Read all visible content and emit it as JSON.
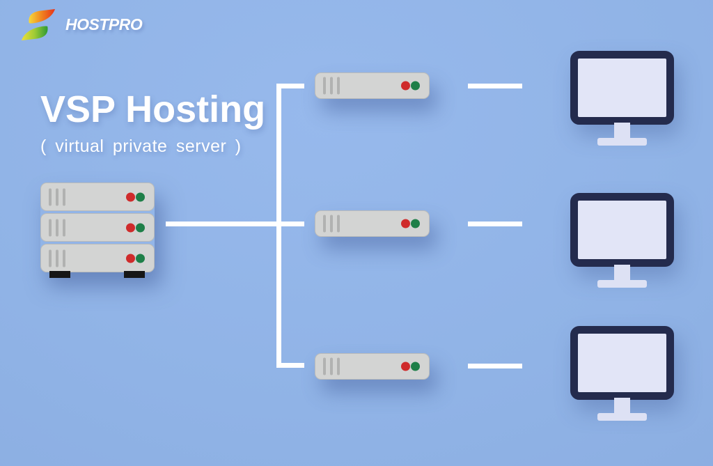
{
  "logo": {
    "part1": "HOST",
    "part2": "PRO",
    "icon": "hostpro-leaf-logo",
    "icon_colors": {
      "top_0": "#f6d93b",
      "top_1": "#f0821e",
      "top_2": "#e4321b",
      "bottom_0": "#2f9a33",
      "bottom_1": "#9ecb35",
      "bottom_2": "#efdf39"
    }
  },
  "title": {
    "text": "VSP Hosting",
    "subtitle": "( virtual private server )"
  },
  "diagram": {
    "physical_server": {
      "units": 3
    },
    "virtual_servers": [
      "vps-1",
      "vps-2",
      "vps-3"
    ],
    "clients": [
      "client-1",
      "client-2",
      "client-3"
    ]
  },
  "colors": {
    "background": "#90b3e6",
    "connector_line": "#ffffff",
    "server_body": "#d3d4d3",
    "server_slot": "#b1b2b1",
    "led_red": "#cf2b2b",
    "led_green": "#1e7f48",
    "server_feet": "#161616",
    "monitor_frame": "#242b4d",
    "monitor_screen": "#e2e5f7",
    "monitor_stand": "#dde1f4",
    "title_text": "#ffffff"
  }
}
